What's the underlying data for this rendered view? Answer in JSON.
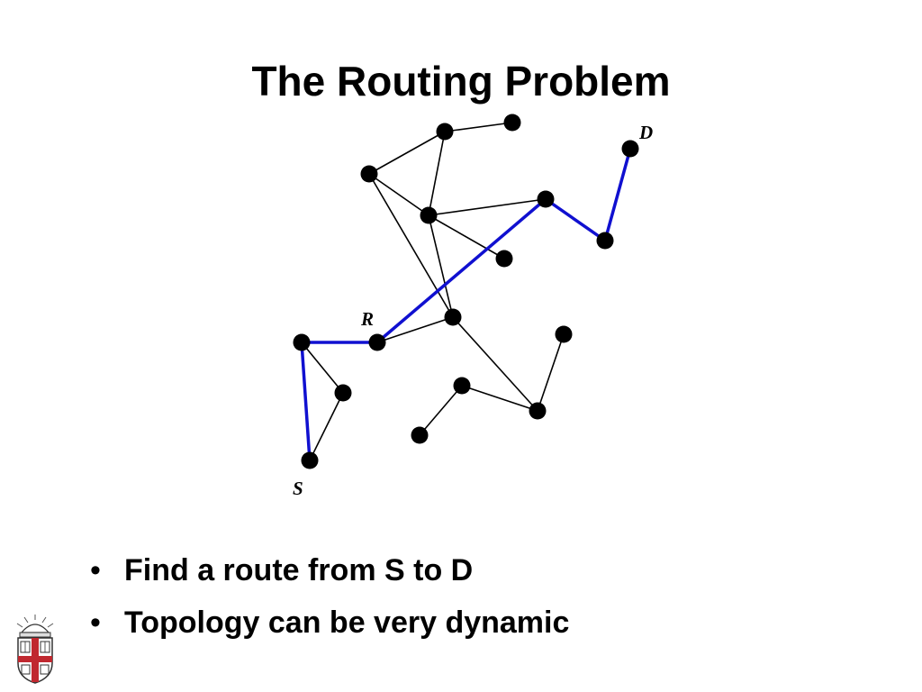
{
  "slide": {
    "title": "The Routing Problem",
    "bullets": [
      "Find a route from S to D",
      "Topology can be very dynamic"
    ]
  },
  "diagram": {
    "node_color": "#000000",
    "edge_color": "#000000",
    "route_color": "#1010d0",
    "labels": {
      "source": "S",
      "destination": "D",
      "relay": "R"
    },
    "nodes": [
      "n1",
      "n2",
      "n3",
      "n4",
      "n5",
      "n6",
      "n7",
      "n8",
      "n9",
      "n10",
      "n11",
      "n12",
      "n13",
      "n14",
      "n15",
      "n16",
      "n17"
    ],
    "edges": [
      [
        "n1",
        "n2"
      ],
      [
        "n1",
        "n3"
      ],
      [
        "n3",
        "n4"
      ],
      [
        "n3",
        "n5"
      ],
      [
        "n3",
        "n6"
      ],
      [
        "n4",
        "n7"
      ],
      [
        "n7",
        "n9"
      ],
      [
        "n7",
        "n10"
      ],
      [
        "n8",
        "n12"
      ],
      [
        "n8",
        "n13"
      ],
      [
        "n13",
        "n14"
      ],
      [
        "n14",
        "n15"
      ],
      [
        "n16",
        "n15"
      ],
      [
        "n17",
        "n16"
      ]
    ],
    "route": [
      "n13",
      "n8",
      "n11",
      "n6",
      "n5",
      "n4"
    ]
  }
}
